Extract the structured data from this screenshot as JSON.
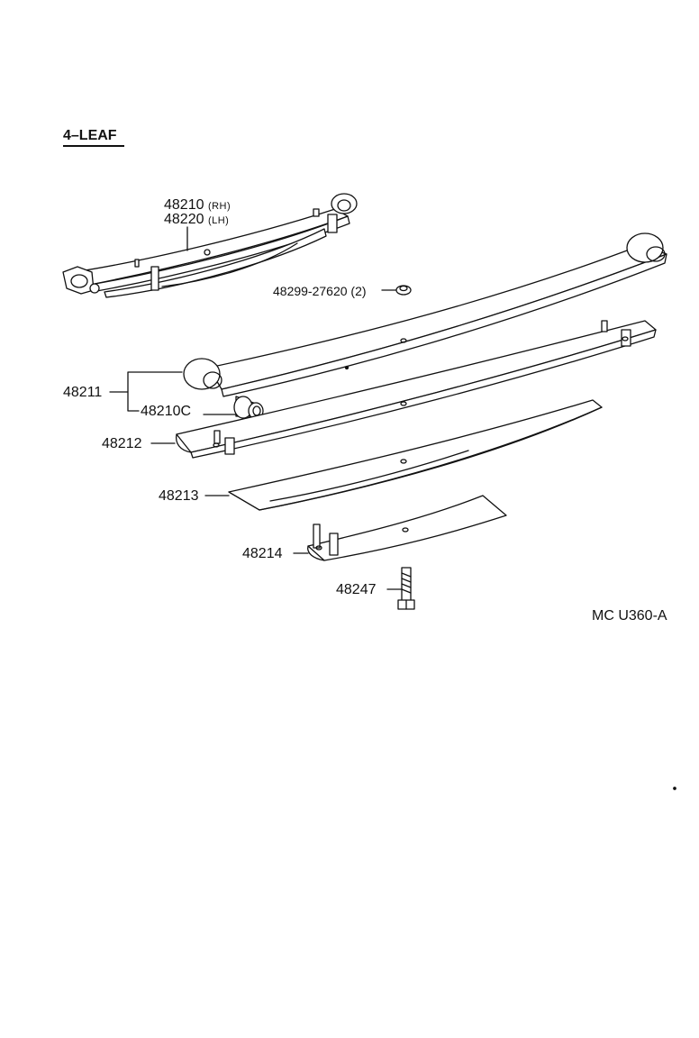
{
  "title": "4–LEAF",
  "figure_code": "MC  U360-A",
  "parts": {
    "p48210": {
      "number": "48210",
      "side": "(RH)"
    },
    "p48220": {
      "number": "48220",
      "side": "(LH)"
    },
    "p48299": {
      "number": "48299-27620",
      "qty": "(2)"
    },
    "p48211": {
      "number": "48211"
    },
    "p48210c": {
      "number": "48210C"
    },
    "p48212": {
      "number": "48212"
    },
    "p48213": {
      "number": "48213"
    },
    "p48214": {
      "number": "48214"
    },
    "p48247": {
      "number": "48247"
    }
  }
}
